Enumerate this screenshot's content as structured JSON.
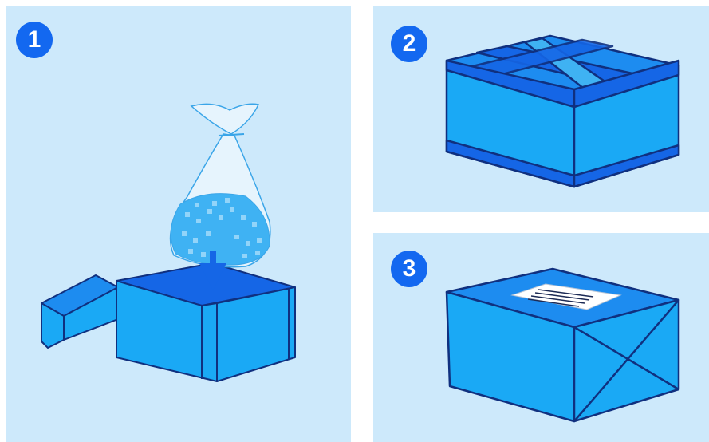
{
  "steps": [
    {
      "number": "1",
      "icon": "box-with-packing-peanuts-bag-icon"
    },
    {
      "number": "2",
      "icon": "taped-box-icon"
    },
    {
      "number": "3",
      "icon": "wrapped-box-with-label-icon"
    }
  ],
  "colors": {
    "panel_background": "#cde9fb",
    "badge": "#1368f0",
    "box_face": "#1aa9f5",
    "box_top": "#1d8cf0",
    "tape": "#1566e6",
    "outline": "#10307f"
  }
}
